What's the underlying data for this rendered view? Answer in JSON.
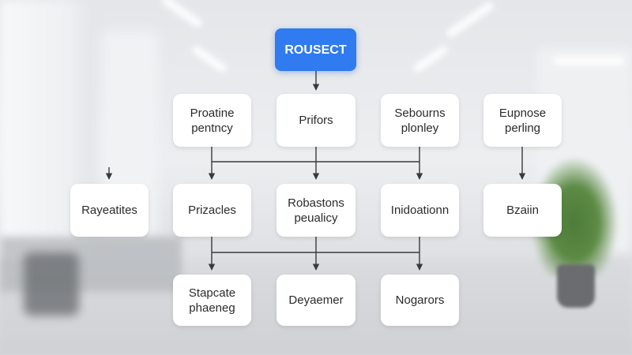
{
  "diagram": {
    "root": {
      "label": "ROUSECT",
      "color": "#2f7bef"
    },
    "row1": [
      {
        "id": "n1",
        "label": "Proatine\npentncy"
      },
      {
        "id": "n2",
        "label": "Prifors"
      },
      {
        "id": "n3",
        "label": "Sebourns\nplonley"
      },
      {
        "id": "n4",
        "label": "Eupnose\nperling"
      }
    ],
    "row2": [
      {
        "id": "m0",
        "label": "Rayeatites"
      },
      {
        "id": "m1",
        "label": "Prizacles"
      },
      {
        "id": "m2",
        "label": "Robastons\npeualicy"
      },
      {
        "id": "m3",
        "label": "Inidoationn"
      },
      {
        "id": "m4",
        "label": "Bzaiin"
      }
    ],
    "row3": [
      {
        "id": "b1",
        "label": "Stapcate\nphaeneg"
      },
      {
        "id": "b2",
        "label": "Deyaemer"
      },
      {
        "id": "b3",
        "label": "Nogarors"
      }
    ]
  }
}
